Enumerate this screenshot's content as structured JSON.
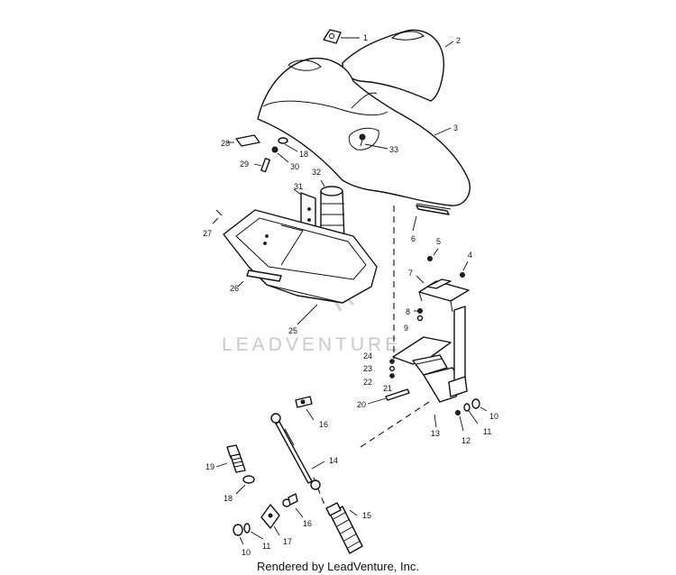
{
  "watermark": "LEADVENTURE",
  "footer": "Rendered by LeadVenture, Inc.",
  "callouts": [
    "1",
    "2",
    "3",
    "28",
    "18",
    "30",
    "29",
    "33",
    "32",
    "31",
    "27",
    "6",
    "5",
    "4",
    "7",
    "26",
    "8",
    "9",
    "25",
    "24",
    "23",
    "22",
    "21",
    "20",
    "10",
    "11",
    "12",
    "13",
    "16",
    "19",
    "14",
    "18",
    "15",
    "16",
    "17",
    "10",
    "11"
  ]
}
